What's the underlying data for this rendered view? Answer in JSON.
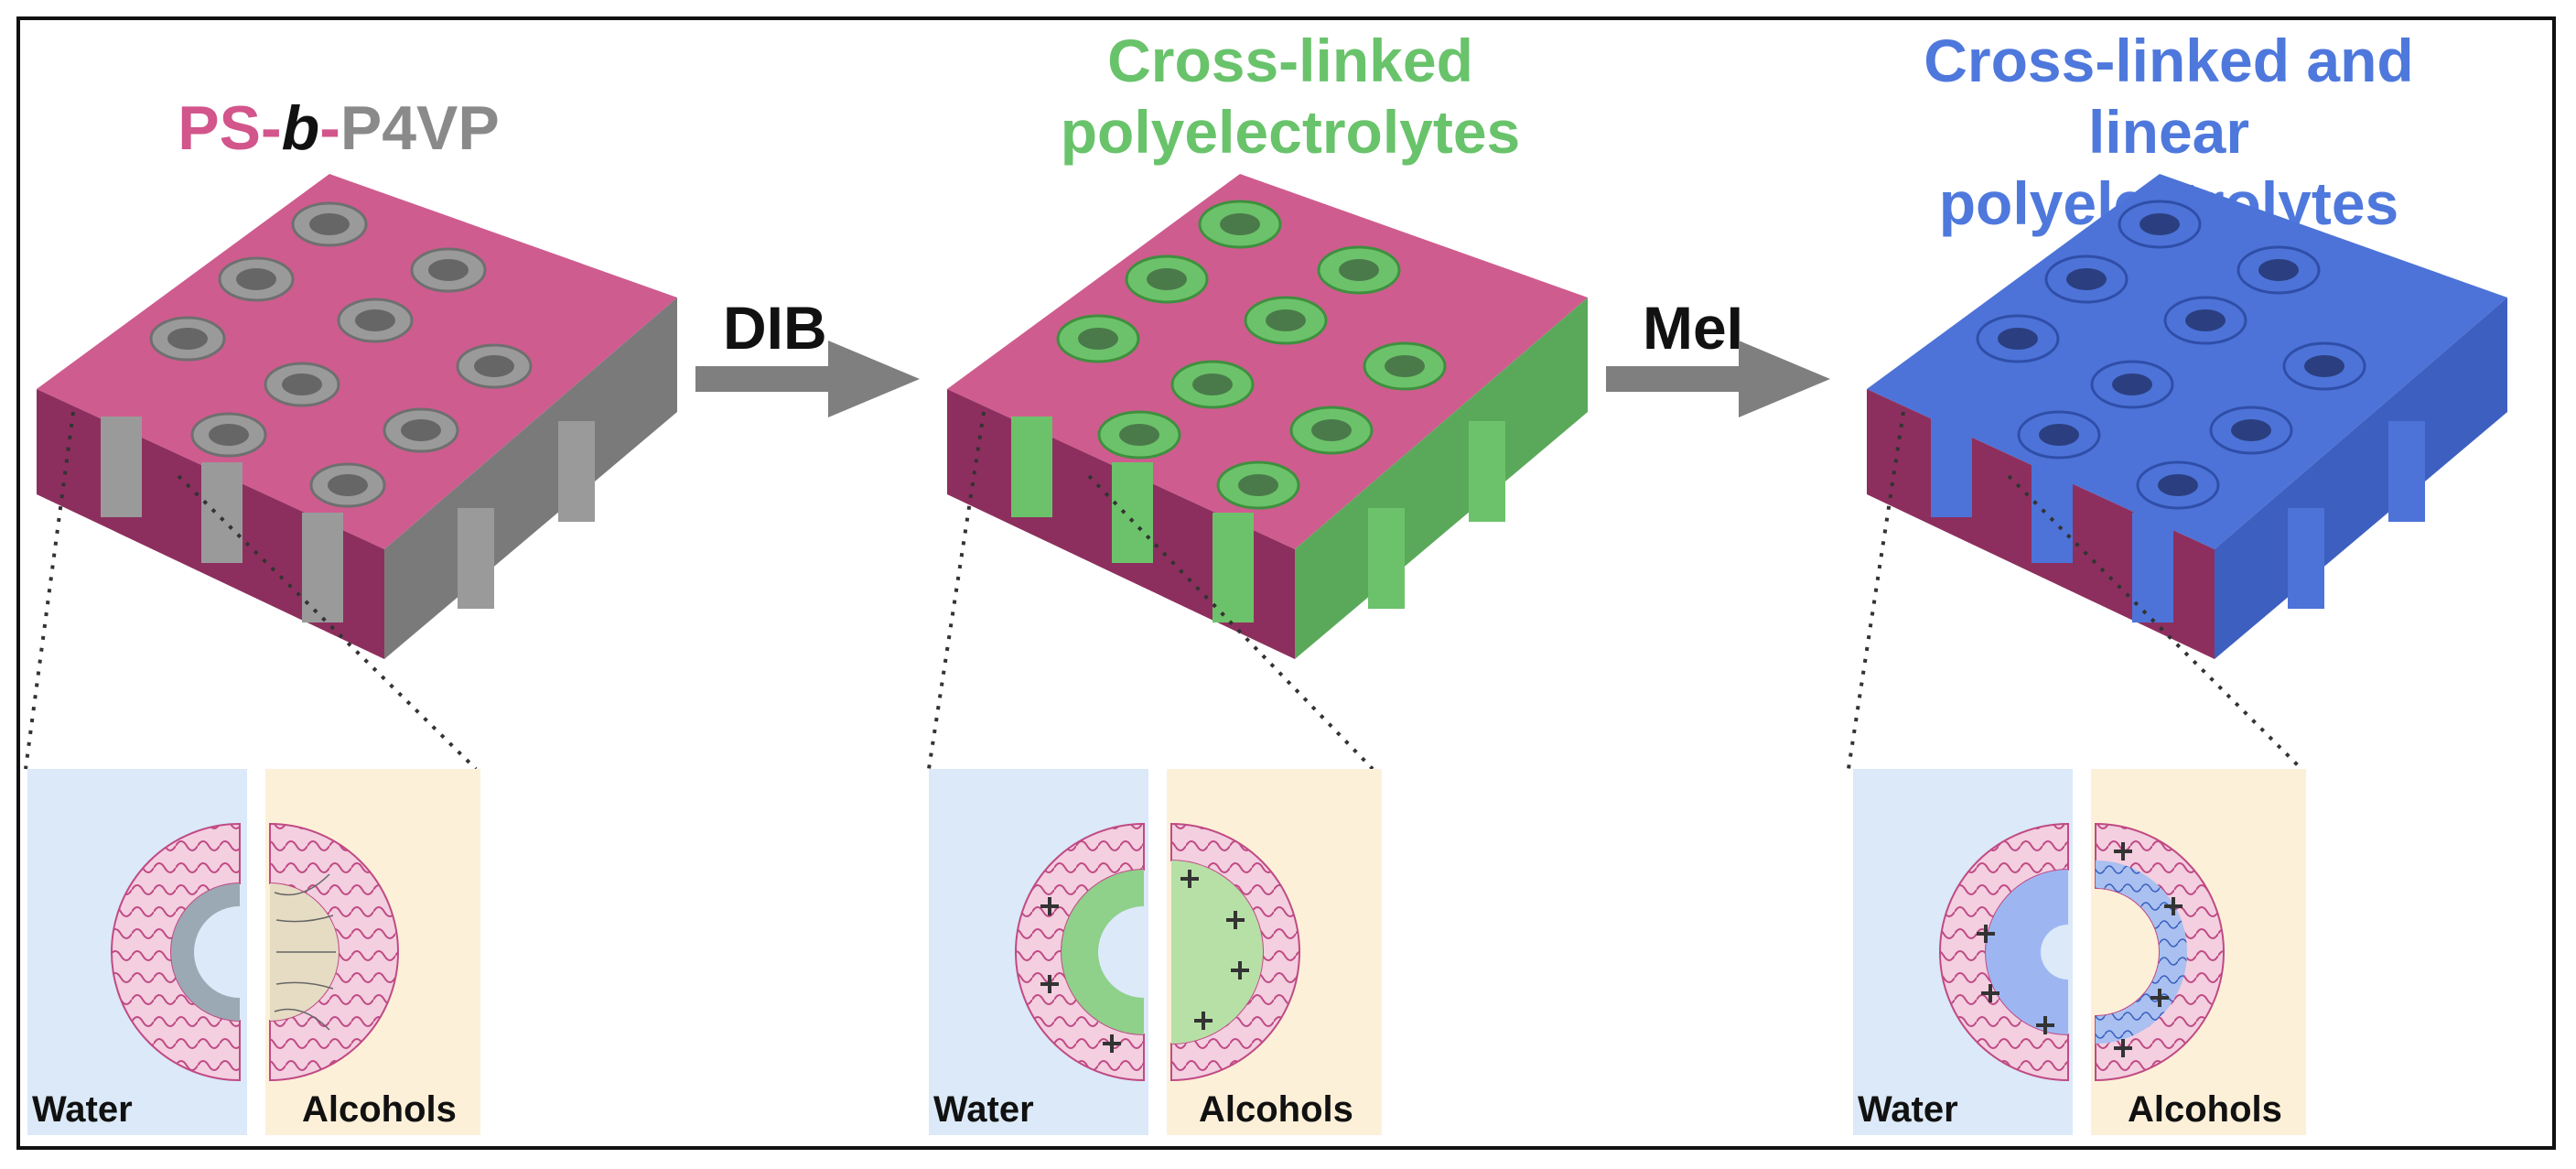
{
  "titles": {
    "step1": {
      "ps": "PS",
      "dash1": "-",
      "b": "b",
      "dash2": "-",
      "p4vp": "P4VP"
    },
    "step2": [
      "Cross-linked",
      "polyelectrolytes"
    ],
    "step3": [
      "Cross-linked and linear",
      "polyelectrolytes"
    ]
  },
  "arrows": {
    "first": "DIB",
    "second": "MeI"
  },
  "panels": {
    "left": {
      "water": "Water",
      "alcohols": "Alcohols"
    },
    "middle": {
      "water": "Water",
      "alcohols": "Alcohols"
    },
    "right": {
      "water": "Water",
      "alcohols": "Alcohols"
    }
  },
  "colors": {
    "ps_matrix": "#cf5c8f",
    "p4vp_gray": "#8c8c8c",
    "crosslinked_green": "#6cc26a",
    "linear_blue": "#4d73d8",
    "water_bg": "#dbe9f8",
    "alcohol_bg": "#fdf0d8",
    "arrow_gray": "#7f7f7f"
  }
}
